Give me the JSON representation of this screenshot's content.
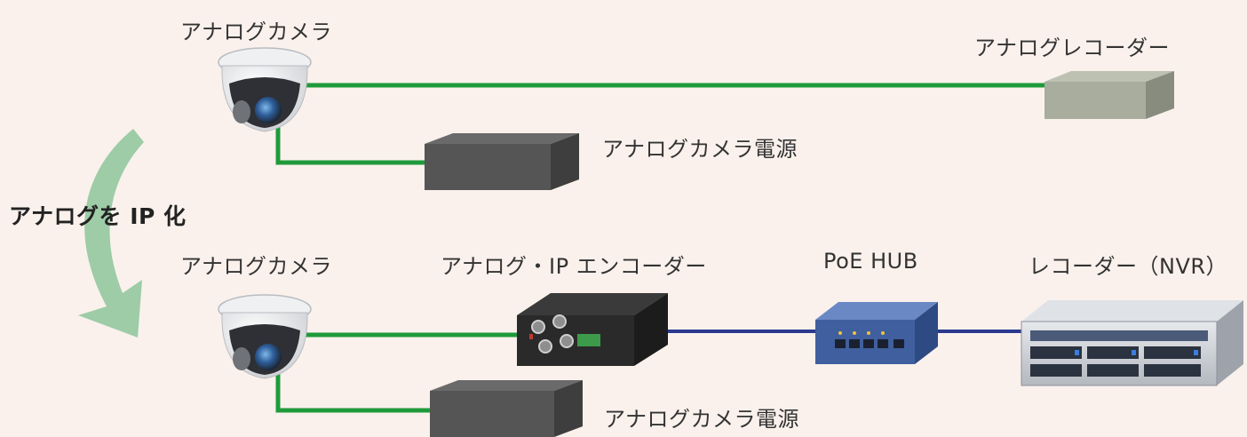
{
  "labels": {
    "top_camera": "アナログカメラ",
    "top_recorder": "アナログレコーダー",
    "top_power": "アナログカメラ電源",
    "conversion": "アナログを IP 化",
    "bottom_camera": "アナログカメラ",
    "encoder": "アナログ・IP エンコーダー",
    "poe_hub": "PoE HUB",
    "nvr": "レコーダー（NVR）",
    "bottom_power": "アナログカメラ電源"
  },
  "colors": {
    "background": "#faf1ec",
    "analog_cable": "#1f9a3a",
    "network_cable": "#2b3a8f",
    "arrow": "#8cc69a",
    "power_box": "#555555",
    "analog_recorder": "#a8ad9e",
    "poe_hub": "#3f5f9e",
    "nvr": "#c9ccd2"
  },
  "icons": {
    "camera": "dome-camera-icon",
    "power": "power-supply-box-icon",
    "recorder": "analog-recorder-box-icon",
    "encoder": "encoder-device-icon",
    "hub": "poe-hub-icon",
    "nvr": "nvr-rack-icon",
    "arrow": "curved-arrow-icon"
  }
}
